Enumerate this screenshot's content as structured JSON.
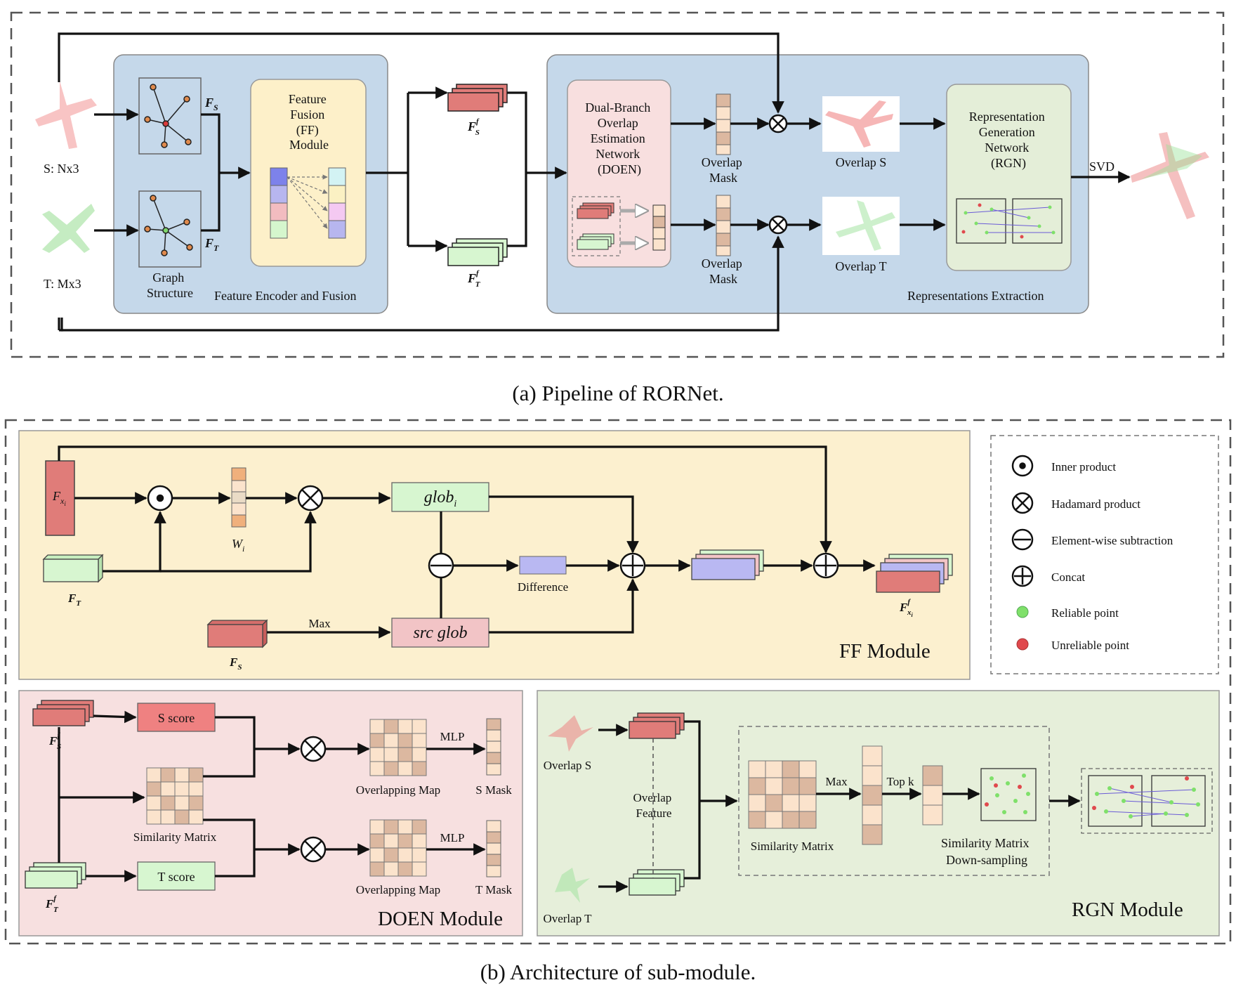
{
  "caption_a": "(a) Pipeline of RORNet.",
  "caption_b": "(b) Architecture of sub-module.",
  "pipeline": {
    "input_s": "S: Nx3",
    "input_t": "T: Mx3",
    "graph_structure": [
      "Graph",
      "Structure"
    ],
    "f_s": "F",
    "f_s_sub": "S",
    "f_t": "F",
    "f_t_sub": "T",
    "ff_module": [
      "Feature",
      "Fusion",
      "(FF)",
      "Module"
    ],
    "encoder_panel": "Feature Encoder and Fusion",
    "ffs": "F",
    "ffs_sup": "f",
    "ffs_sub": "S",
    "fft": "F",
    "fft_sup": "f",
    "fft_sub": "T",
    "doen": [
      "Dual-Branch",
      "Overlap",
      "Estimation",
      "Network",
      "(DOEN)"
    ],
    "overlap_mask_top": [
      "Overlap",
      "Mask"
    ],
    "overlap_mask_bottom": [
      "Overlap",
      "Mask"
    ],
    "overlap_s": "Overlap S",
    "overlap_t": "Overlap T",
    "rgn": [
      "Representation",
      "Generation",
      "Network",
      "(RGN)"
    ],
    "svd": "SVD",
    "extraction_panel": "Representations Extraction"
  },
  "ff_module": {
    "title": "FF Module",
    "fxi": "F",
    "fxi_sub": "x",
    "fxi_subsub": "i",
    "wi": "W",
    "wi_sub": "i",
    "ft": "F",
    "ft_sub": "T",
    "fs": "F",
    "fs_sub": "S",
    "glob": "glob",
    "glob_sub": "i",
    "src_glob": "src glob",
    "max": "Max",
    "difference": "Difference",
    "out": "F",
    "out_sup": "f",
    "out_sub": "x",
    "out_subsub": "i"
  },
  "legend": {
    "items": [
      {
        "symbol": "inner-product",
        "label": "Inner product"
      },
      {
        "symbol": "hadamard-product",
        "label": "Hadamard product"
      },
      {
        "symbol": "element-wise-subtraction",
        "label": "Element-wise subtraction"
      },
      {
        "symbol": "concat",
        "label": "Concat"
      },
      {
        "symbol": "reliable-point",
        "label": "Reliable point",
        "color": "#7fe06a"
      },
      {
        "symbol": "unreliable-point",
        "label": "Unreliable point",
        "color": "#e0494d"
      }
    ]
  },
  "doen_module": {
    "title": "DOEN Module",
    "s_score": "S score",
    "t_score": "T score",
    "similarity_matrix": "Similarity Matrix",
    "overlapping_map_1": "Overlapping Map",
    "overlapping_map_2": "Overlapping Map",
    "mlp_1": "MLP",
    "mlp_2": "MLP",
    "s_mask": "S Mask",
    "t_mask": "T Mask",
    "ffs": "F",
    "ffs_sup": "f",
    "ffs_sub": "S",
    "fft": "F",
    "fft_sup": "f",
    "fft_sub": "T"
  },
  "rgn_module": {
    "title": "RGN Module",
    "overlap_s": "Overlap S",
    "overlap_t": "Overlap T",
    "overlap_feature": [
      "Overlap",
      "Feature"
    ],
    "similarity_matrix": "Similarity Matrix",
    "max": "Max",
    "top_k": "Top k",
    "downsampling": [
      "Similarity Matrix",
      "Down-sampling"
    ]
  },
  "colors": {
    "blue_panel": "#c5d8ea",
    "yellow_panel": "#fcf0cf",
    "pink_panel": "#f7e0e0",
    "green_panel": "#e6efda",
    "ff_inner": "#fdf0c9",
    "doen_inner": "#f8dfdf",
    "rgn_inner": "#e4eed8",
    "red_feature": "#e07c79",
    "green_feature": "#d7f6d0",
    "purple_feature": "#b9b8f2",
    "glob_green": "#d7f6d0",
    "src_pink": "#f2c4c6"
  }
}
